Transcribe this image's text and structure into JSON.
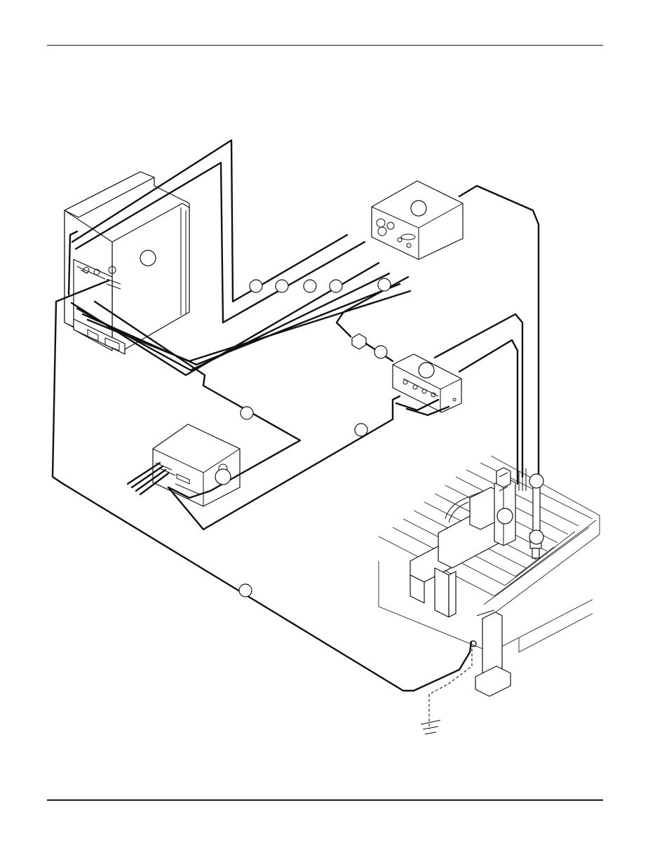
{
  "callouts": [
    {
      "id": "power-supply",
      "label": ""
    },
    {
      "id": "gas-console",
      "label": ""
    },
    {
      "id": "ignition-console",
      "label": ""
    },
    {
      "id": "cnc-control",
      "label": ""
    },
    {
      "id": "torch-lifter",
      "label": ""
    },
    {
      "id": "torch",
      "label": ""
    },
    {
      "id": "torch-leads",
      "label": ""
    }
  ],
  "lead_markers": 10
}
